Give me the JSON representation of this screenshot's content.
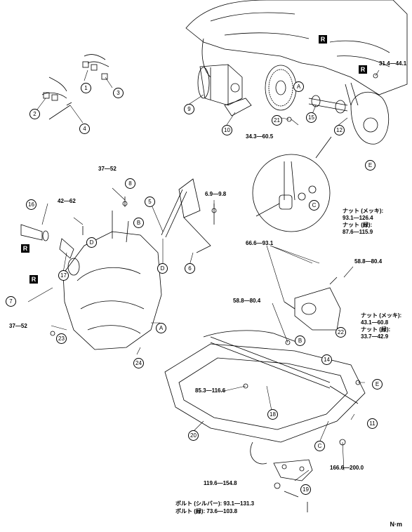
{
  "callouts": [
    "1",
    "2",
    "3",
    "4",
    "5",
    "6",
    "7",
    "8",
    "9",
    "10",
    "11",
    "12",
    "14",
    "15",
    "16",
    "17",
    "18",
    "19",
    "20",
    "21",
    "22",
    "23",
    "24"
  ],
  "letters": {
    "A": "A",
    "B": "B",
    "C": "C",
    "D": "D",
    "E": "E"
  },
  "replace_mark": "R",
  "torques": {
    "t_31_44": "31.4—44.1",
    "t_34_60": "34.3—60.5",
    "t_37_52": "37—52",
    "t_42_62": "42—62",
    "t_6_9": "6.9—9.8",
    "t_66_93": "66.6—93.1",
    "t_58_80": "58.8—80.4",
    "t_85_116": "85.3—116.6",
    "t_166_200": "166.6—200.0",
    "t_119_154": "119.6—154.8"
  },
  "nut_detail": {
    "plated_label": "ナット (メッキ):",
    "plated_value": "93.1—126.4",
    "green_label": "ナット (緑):",
    "green_value": "87.6—115.9"
  },
  "nut_right": {
    "plated_label": "ナット (メッキ):",
    "plated_value": "43.1—60.8",
    "green_label": "ナット (緑):",
    "green_value": "33.7—42.9"
  },
  "bolt_note": {
    "silver": "ボルト (シルバー): 93.1—131.3",
    "green": "ボルト (緑): 73.6—103.8"
  },
  "unit": "N·m"
}
